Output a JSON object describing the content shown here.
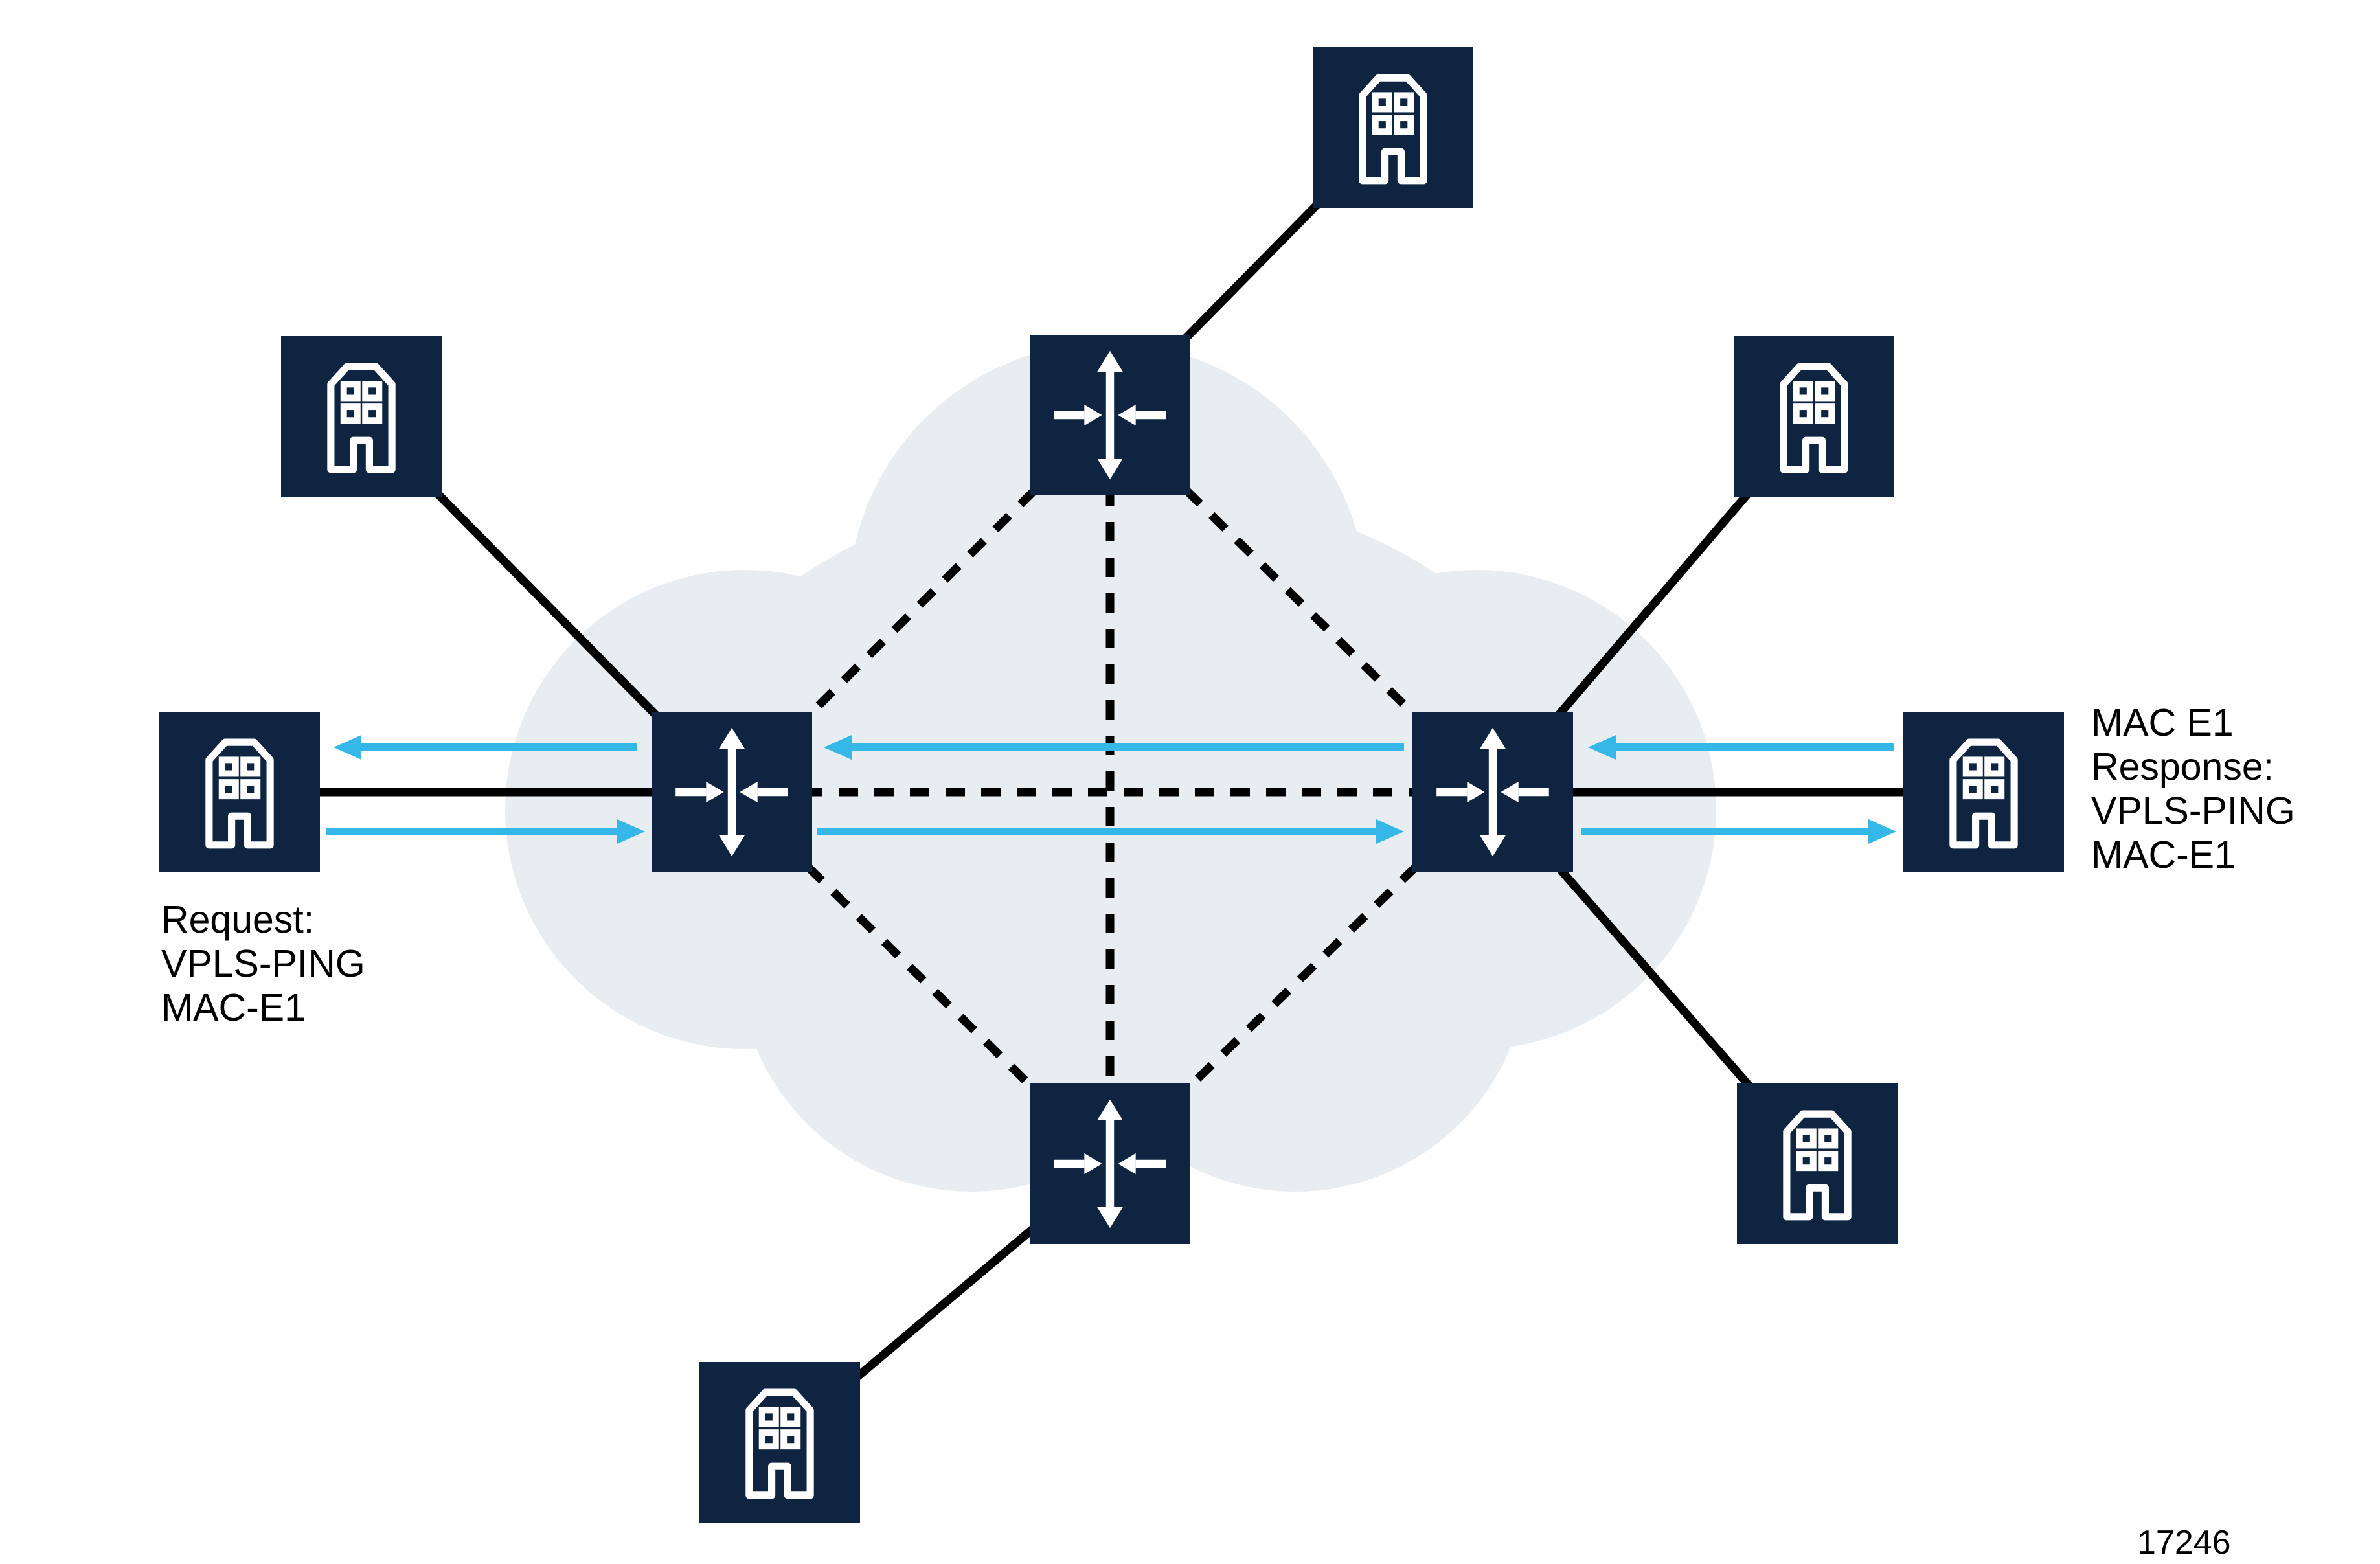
{
  "colors": {
    "navy": "#0E2440",
    "cyan": "#35B8E8",
    "cloud": "#E8EDF2",
    "black": "#000000",
    "white": "#FFFFFF"
  },
  "annotations": {
    "request": {
      "lines": [
        "Request:",
        "VPLS-PING",
        "MAC-E1"
      ]
    },
    "response": {
      "lines": [
        "MAC E1",
        "Response:",
        "VPLS-PING",
        "MAC-E1"
      ]
    }
  },
  "figure_number": "17246",
  "diagram": {
    "routers": [
      "router-top",
      "router-left",
      "router-right",
      "router-bottom"
    ],
    "buildings": [
      "building-top",
      "building-upper-left",
      "building-left",
      "building-upper-right",
      "building-right",
      "building-lower-right",
      "building-bottom"
    ],
    "access_links": [
      [
        "building-top",
        "router-top"
      ],
      [
        "building-upper-left",
        "router-left"
      ],
      [
        "building-left",
        "router-left"
      ],
      [
        "building-upper-right",
        "router-right"
      ],
      [
        "building-right",
        "router-right"
      ],
      [
        "building-lower-right",
        "router-right"
      ],
      [
        "building-bottom",
        "router-bottom"
      ]
    ],
    "core_links": [
      [
        "router-top",
        "router-left"
      ],
      [
        "router-top",
        "router-right"
      ],
      [
        "router-top",
        "router-bottom"
      ],
      [
        "router-left",
        "router-right"
      ],
      [
        "router-left",
        "router-bottom"
      ],
      [
        "router-right",
        "router-bottom"
      ]
    ],
    "flows": [
      {
        "name": "request",
        "direction": "left-to-right"
      },
      {
        "name": "response",
        "direction": "right-to-left"
      }
    ],
    "icons": [
      "building-icon",
      "router-icon",
      "cloud-shape"
    ]
  }
}
